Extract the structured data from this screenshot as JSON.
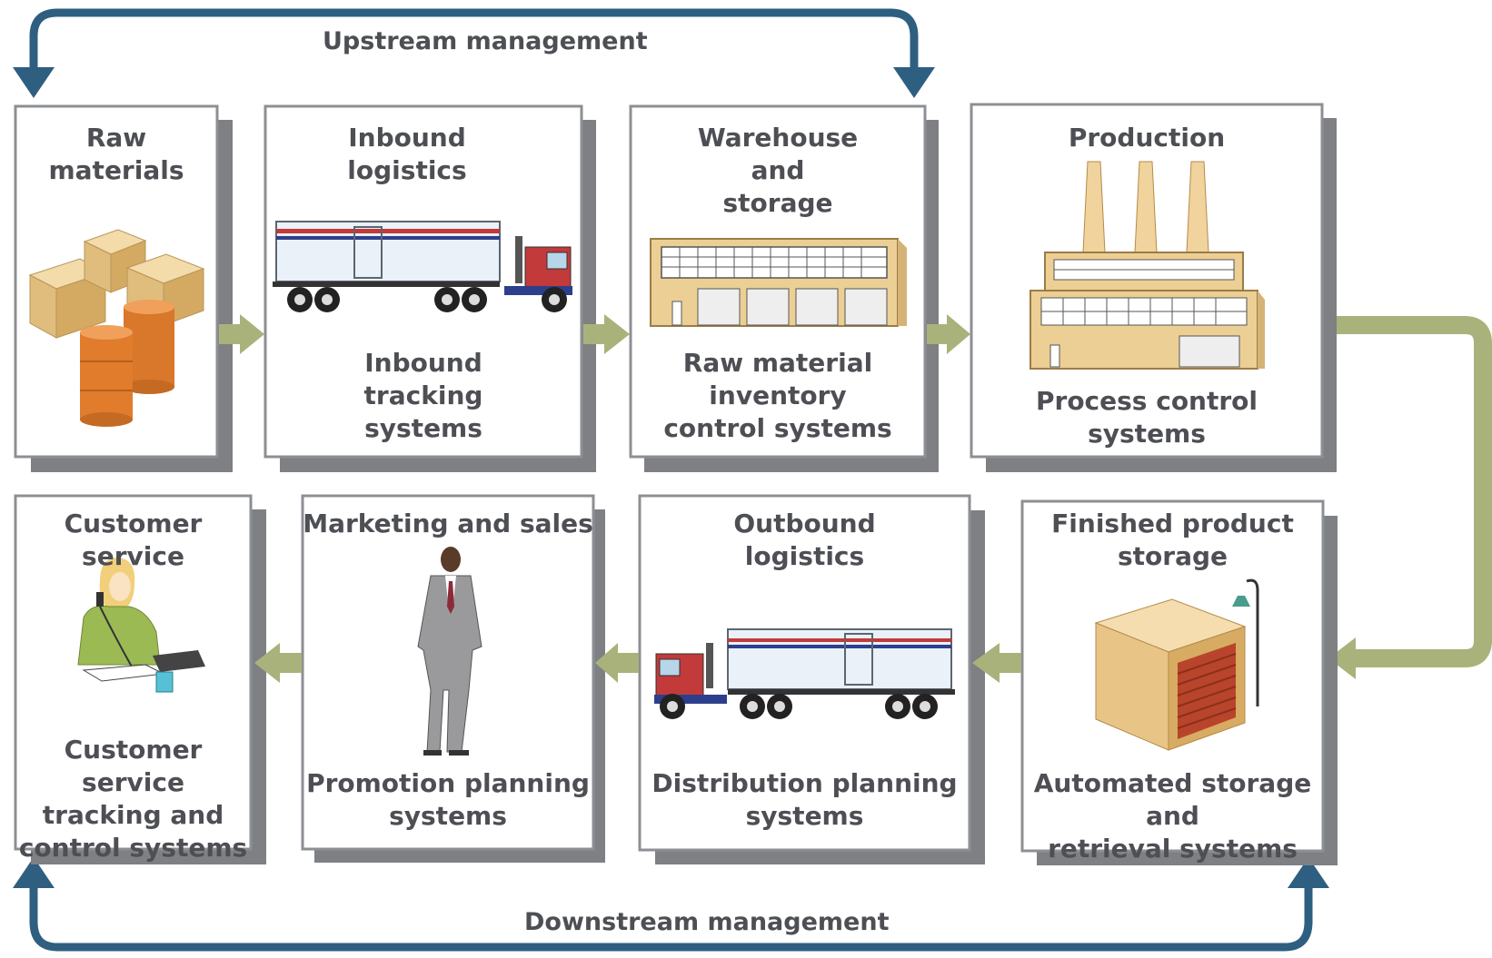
{
  "flows": {
    "upstream_label": "Upstream management",
    "downstream_label": "Downstream management"
  },
  "stages": [
    {
      "title": "Raw\nmaterials",
      "system": ""
    },
    {
      "title": "Inbound\nlogistics",
      "system": "Inbound\ntracking\nsystems"
    },
    {
      "title": "Warehouse\nand\nstorage",
      "system": "Raw material\ninventory\ncontrol systems"
    },
    {
      "title": "Production",
      "system": "Process control\nsystems"
    },
    {
      "title": "Finished product\nstorage",
      "system": "Automated storage and\nretrieval systems"
    },
    {
      "title": "Outbound\nlogistics",
      "system": "Distribution planning\nsystems"
    },
    {
      "title": "Marketing and sales",
      "system": "Promotion planning\nsystems"
    },
    {
      "title": "Customer service",
      "system": "Customer service\ntracking and\ncontrol systems"
    }
  ],
  "icons": [
    "crates-barrels-icon",
    "truck-icon",
    "warehouse-icon",
    "factory-icon",
    "storage-box-icon",
    "truck-icon",
    "salesman-icon",
    "customer-service-agent-icon"
  ],
  "colors": {
    "management_arrow": "#2e5f80",
    "flow_arrow": "#a9b27a",
    "box_border": "#8c8f93",
    "box_shadow": "#7e8084",
    "label_text": "#4d4f54"
  }
}
